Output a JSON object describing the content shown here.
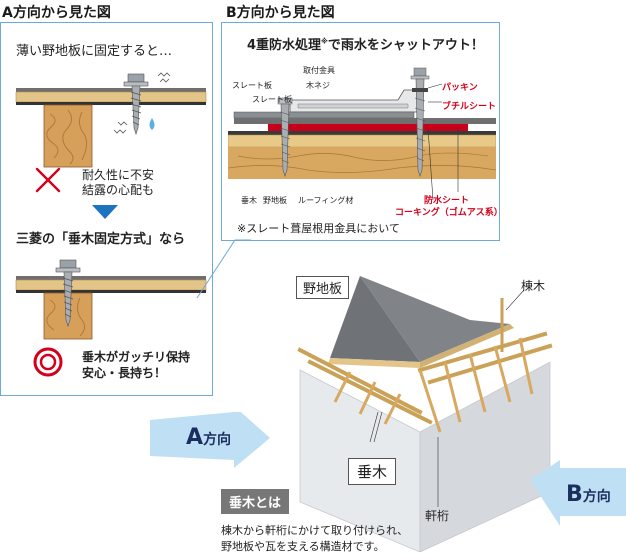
{
  "panelA": {
    "title": "A方向から見た図",
    "thin_heading": "薄い野地板に固定すると…",
    "bad_text_1": "耐久性に不安",
    "bad_text_2": "結露の心配も",
    "mitsubishi_heading": "三菱の「垂木固定方式」なら",
    "good_text_1": "垂木がガッチリ保持",
    "good_text_2": "安心・長持ち！"
  },
  "panelB": {
    "title": "B方向から見た図",
    "headline": "4重防水処理",
    "headline_mark": "※",
    "headline_tail": "で雨水をシャットアウト！",
    "labels": {
      "fixture": "取付金具",
      "slate_a": "スレート板",
      "wood_screw": "木ネジ",
      "slate_b": "スレート板",
      "packing": "パッキン",
      "butyl": "ブチルシート",
      "rafter": "垂木",
      "sheathing": "野地板",
      "roofing": "ルーフィング材",
      "waterproof_sheet": "防水シート",
      "caulking": "コーキング（ゴムアス系）"
    },
    "note": "※スレート葺屋根用金具において"
  },
  "house": {
    "sheathing_label": "野地板",
    "ridge_label": "棟木",
    "rafter_label": "垂木",
    "eave_label": "軒桁"
  },
  "directions": {
    "a_letter": "A",
    "a_suffix": "方向",
    "b_letter": "B",
    "b_suffix": "方向"
  },
  "definition": {
    "heading": "垂木とは",
    "line1": "棟木から軒桁にかけて取り付けられ、",
    "line2": "野地板や瓦を支える構造材です。"
  },
  "colors": {
    "panel_border": "#6fa9d6",
    "red": "#d4001a",
    "wood": "#d9a860",
    "blue_marker": "#1e73be"
  }
}
